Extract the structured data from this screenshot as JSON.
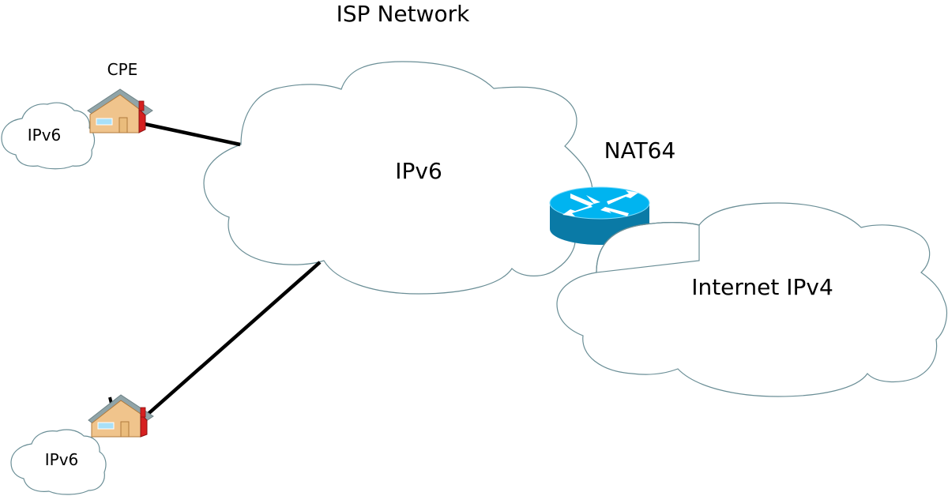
{
  "title": "ISP Network",
  "colors": {
    "cloud_stroke": "#6a8e96",
    "link": "#000000",
    "router_top": "#00b4f0",
    "router_side": "#0a7aa6",
    "house_wall": "#f0c48c",
    "house_roof": "#90a4a8",
    "house_window": "#a8e0f8",
    "house_accent": "#d62020"
  },
  "clouds": {
    "isp": {
      "label": "IPv6"
    },
    "internet": {
      "label": "Internet IPv4"
    },
    "home_top": {
      "label": "IPv6"
    },
    "home_bottom": {
      "label": "IPv6"
    }
  },
  "nodes": {
    "cpe_top": {
      "label": "CPE",
      "icon": "house-icon"
    },
    "cpe_bottom": {
      "icon": "house-icon"
    },
    "nat64": {
      "label": "NAT64",
      "icon": "router-icon"
    }
  },
  "links": [
    {
      "from": "cpe_top",
      "to": "isp"
    },
    {
      "from": "cpe_bottom",
      "to": "isp"
    }
  ]
}
